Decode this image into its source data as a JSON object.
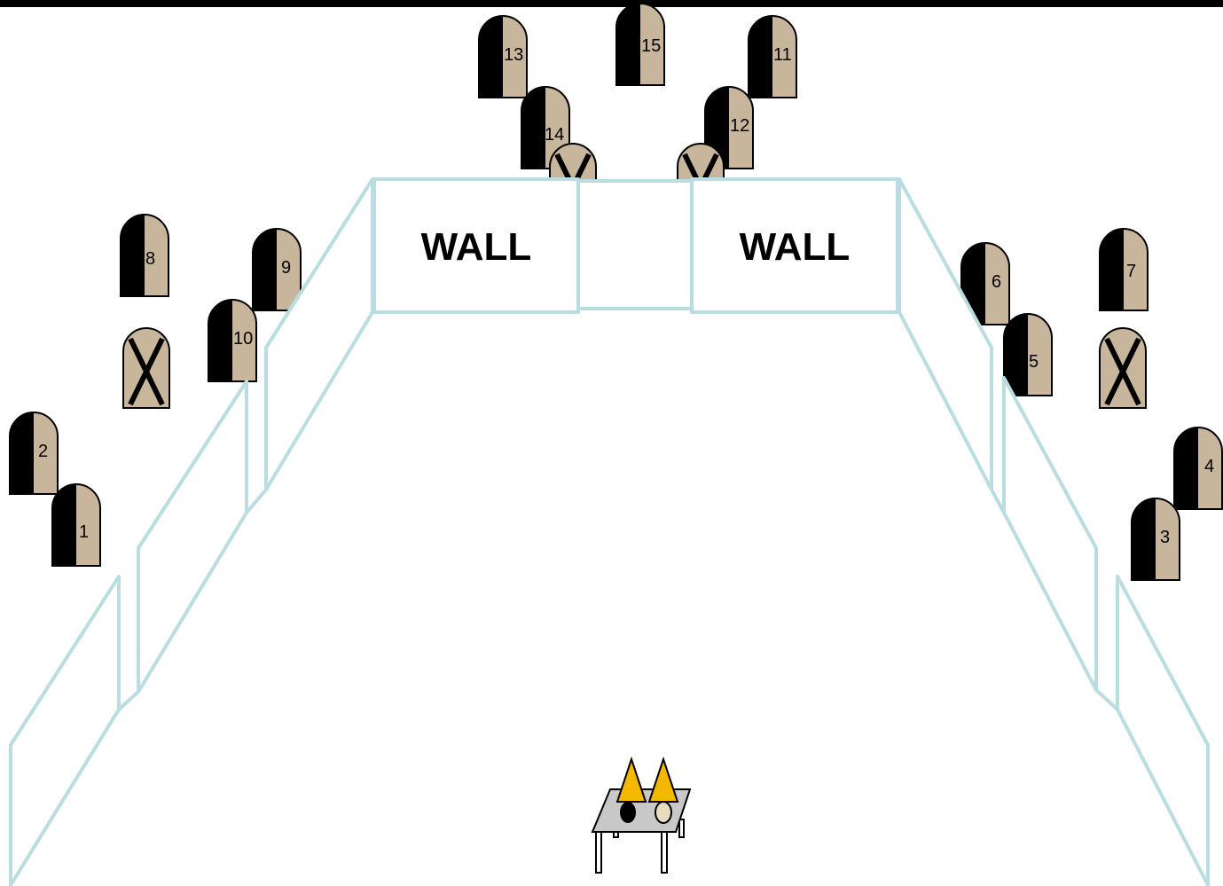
{
  "scene": {
    "wall_left_label": "WALL",
    "wall_right_label": "WALL"
  },
  "colors": {
    "wall_stroke": "#b9dde0",
    "stone_light": "#c8b69c",
    "stone_dark": "#000000",
    "cone": "#f5b800",
    "table": "#c8c8c8"
  },
  "stones": {
    "s1": "1",
    "s2": "2",
    "s3": "3",
    "s4": "4",
    "s5": "5",
    "s6": "6",
    "s7": "7",
    "s8": "8",
    "s9": "9",
    "s10": "10",
    "s11": "11",
    "s12": "12",
    "s13": "13",
    "s14": "14",
    "s15": "15"
  }
}
